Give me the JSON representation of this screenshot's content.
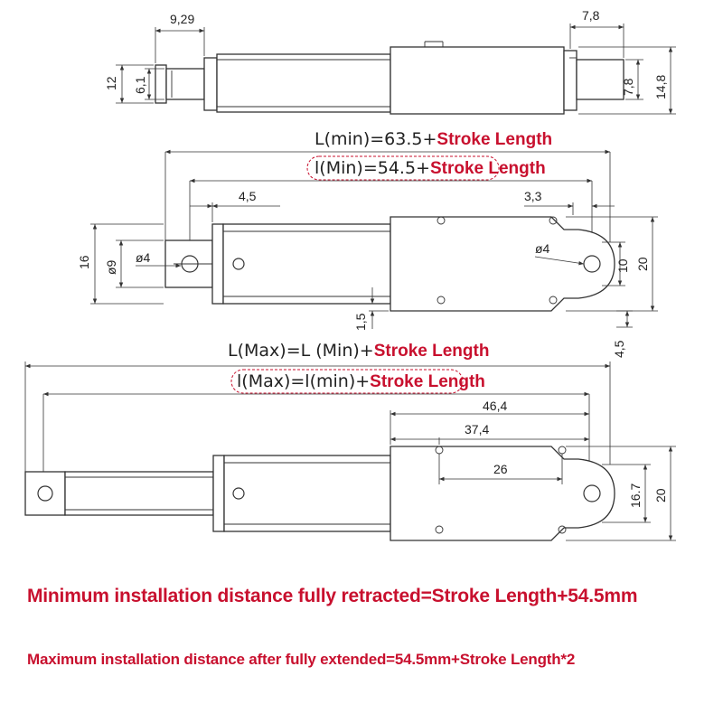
{
  "view_top": {
    "dim_rod_end_length": "9,29",
    "dim_outer_height": "12",
    "dim_rod_height": "6,1",
    "dim_motor_end_width": "7,8",
    "dim_motor_inner_height": "7,8",
    "dim_motor_outer_height": "14,8"
  },
  "view_retracted": {
    "formula_L_prefix": "L(min)=63.5+",
    "formula_L_suffix": "Stroke Length",
    "formula_l_prefix": "l(Min)=54.5+",
    "formula_l_suffix": "Stroke Length",
    "dim_hole_offset": "4,5",
    "dim_rear_offset": "3,3",
    "dim_height": "16",
    "dim_eye_diameter": "ø9",
    "dim_hole_diameter_front": "ø4",
    "dim_hole_diameter_rear": "ø4",
    "dim_rear_hole_height": "10",
    "dim_rear_height": "20",
    "dim_step": "1,5",
    "dim_side_offset": "4,5"
  },
  "view_extended": {
    "formula_L_prefix": "L(Max)=L (Min)+",
    "formula_L_suffix": "Stroke Length",
    "formula_l_prefix": "l(Max)=l(min)+",
    "formula_l_suffix": "Stroke Length",
    "dim_46": "46,4",
    "dim_37": "37,4",
    "dim_26": "26",
    "dim_16_7": "16.7",
    "dim_20": "20"
  },
  "notes": {
    "min_installation": "Minimum installation distance fully retracted=Stroke Length+54.5mm",
    "max_installation": "Maximum installation distance after fully extended=54.5mm+Stroke Length*2"
  },
  "colors": {
    "accent": "#c8102e",
    "line": "#333333"
  }
}
